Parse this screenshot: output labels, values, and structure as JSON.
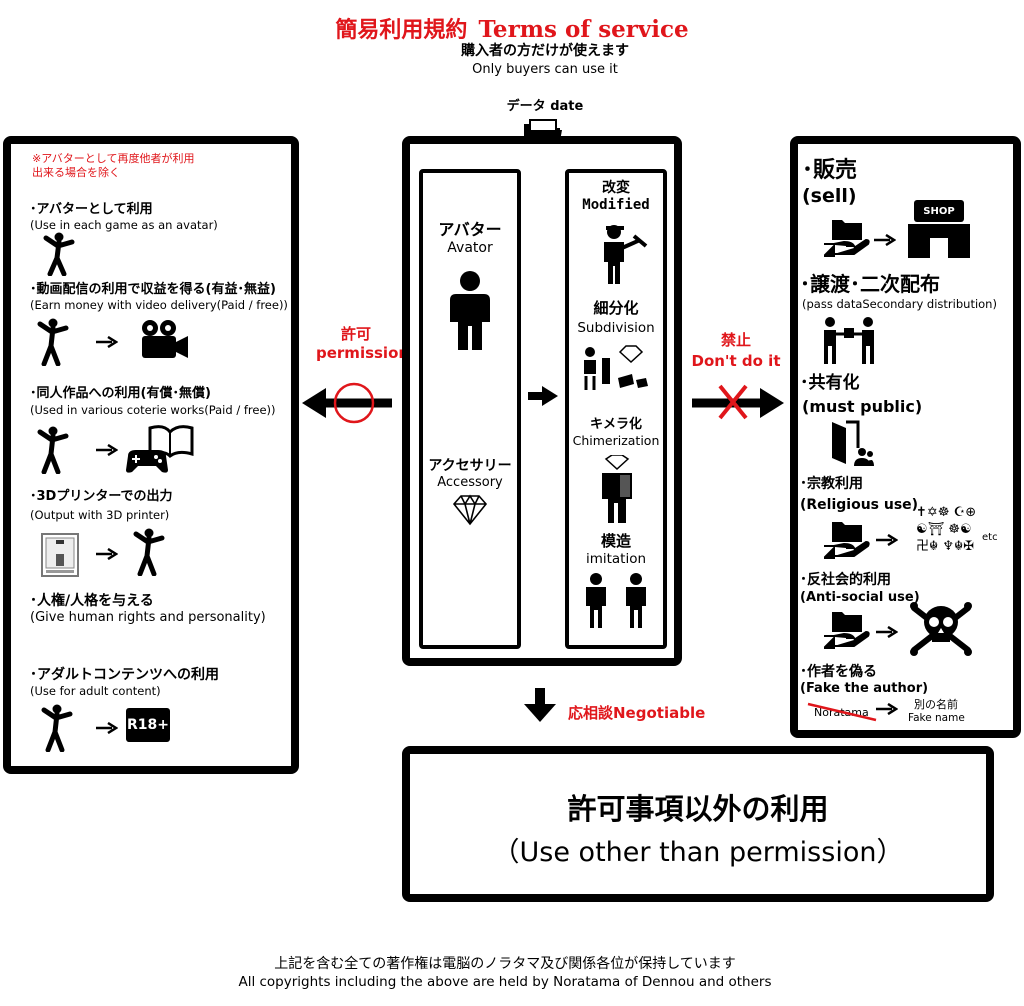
{
  "header": {
    "title_jp": "簡易利用規約",
    "title_en": "Terms of service",
    "subtitle_jp": "購入者の方だけが使えます",
    "subtitle_en": "Only buyers can use it"
  },
  "data_label": "データ  date",
  "permission": {
    "label_jp": "許可",
    "label_en": "permission",
    "note": [
      "※アバターとして再度他者が利用",
      "出来る場合を除く"
    ],
    "items": [
      {
        "jp": "･アバターとして利用",
        "en": "(Use in each game as an avatar)"
      },
      {
        "jp": "･動画配信の利用で収益を得る(有益･無益)",
        "en": "(Earn money with video delivery(Paid / free))"
      },
      {
        "jp": "･同人作品への利用(有償･無償)",
        "en": "(Used in various coterie works(Paid / free))"
      },
      {
        "jp": "･3Dプリンターでの出力",
        "en": "(Output with 3D printer)"
      },
      {
        "jp": "･人権/人格を与える",
        "en": "(Give human rights and personality)"
      },
      {
        "jp": "･アダルトコンテンツへの利用",
        "en": "(Use for adult content)"
      }
    ],
    "r18_label": "R18+"
  },
  "center": {
    "avatar_jp": "アバター",
    "avatar_en": "Avator",
    "accessory_jp": "アクセサリー",
    "accessory_en": "Accessory",
    "modified_jp": "改変",
    "modified_en": "Modified",
    "subdivision_jp": "細分化",
    "subdivision_en": "Subdivision",
    "chimera_jp": "キメラ化",
    "chimera_en": "Chimerization",
    "imitation_jp": "模造",
    "imitation_en": "imitation"
  },
  "prohibited": {
    "label_jp": "禁止",
    "label_en": "Don't do it",
    "items": [
      {
        "jp": "･販売",
        "en": "(sell)"
      },
      {
        "jp": "･譲渡･二次配布",
        "en": "(pass dataSecondary distribution)"
      },
      {
        "jp": "･共有化",
        "en": "(must public)"
      },
      {
        "jp": "･宗教利用",
        "en": "(Religious use)"
      },
      {
        "jp": "･反社会的利用",
        "en": "(Anti-social use)"
      },
      {
        "jp": "･作者を偽る",
        "en": "(Fake the author)"
      }
    ],
    "shop_label": "SHOP",
    "religion_etc": "etc",
    "religious_symbols": "✝✡☸ ☪⊕☯⛩ ☸☯卍☬ ♆☬✠",
    "fake_original": "Noratama",
    "fake_new_jp": "別の名前",
    "fake_new_en": "Fake name"
  },
  "negotiable": {
    "label": "応相談Negotiable",
    "box_jp": "許可事項以外の利用",
    "box_en": "（Use other than permission）"
  },
  "footer": {
    "jp": "上記を含む全ての著作権は電脳のノラタマ及び関係各位が保持しています",
    "en": "All copyrights including the above are held by Noratama of Dennou and others"
  }
}
